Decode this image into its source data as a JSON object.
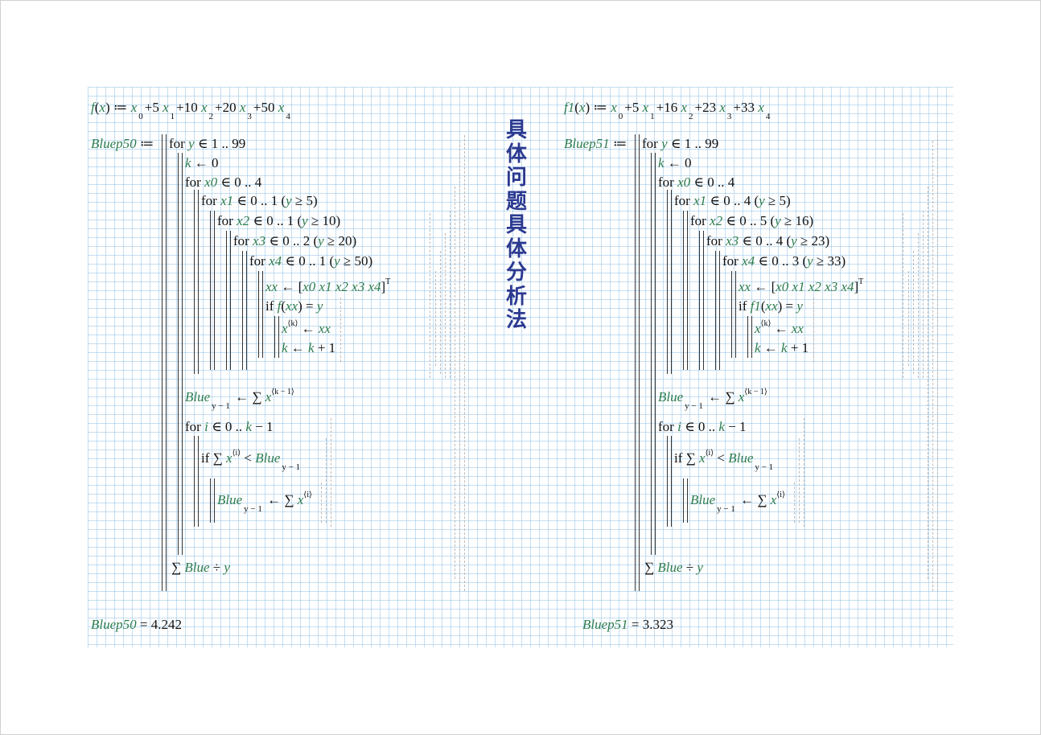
{
  "heading": "具体问题具体分析法",
  "colors": {
    "variable": "#2e7d4f",
    "text": "#111111",
    "heading": "#2b3990",
    "grid": "#96c3e6"
  },
  "panels": [
    {
      "lines": [
        [
          [
            "f",
            "v"
          ],
          [
            "(",
            "k"
          ],
          [
            "x",
            "v"
          ],
          [
            ")",
            "k"
          ],
          [
            " ≔ ",
            "k"
          ],
          [
            "x",
            "v"
          ],
          [
            "0",
            "sub"
          ],
          [
            "+5 ",
            "k"
          ],
          [
            "x",
            "v"
          ],
          [
            "1",
            "sub"
          ],
          [
            "+10 ",
            "k"
          ],
          [
            "x",
            "v"
          ],
          [
            "2",
            "sub"
          ],
          [
            "+20 ",
            "k"
          ],
          [
            "x",
            "v"
          ],
          [
            "3",
            "sub"
          ],
          [
            "+50 ",
            "k"
          ],
          [
            "x",
            "v"
          ],
          [
            "4",
            "sub"
          ]
        ],
        [
          [
            "Bluep50",
            "v"
          ],
          [
            " ≔",
            "k"
          ]
        ],
        [
          [
            "for ",
            "k"
          ],
          [
            "y",
            "v"
          ],
          [
            " ∈ 1 .. 99",
            "k"
          ]
        ],
        [
          [
            "k",
            "v"
          ],
          [
            " ← 0",
            "k"
          ]
        ],
        [
          [
            "for ",
            "k"
          ],
          [
            "x0",
            "v"
          ],
          [
            " ∈ 0 .. 4",
            "k"
          ]
        ],
        [
          [
            "for ",
            "k"
          ],
          [
            "x1",
            "v"
          ],
          [
            " ∈ 0 .. 1 (",
            "k"
          ],
          [
            "y",
            "v"
          ],
          [
            " ≥ 5)",
            "k"
          ]
        ],
        [
          [
            "for ",
            "k"
          ],
          [
            "x2",
            "v"
          ],
          [
            " ∈ 0 .. 1 (",
            "k"
          ],
          [
            "y",
            "v"
          ],
          [
            " ≥ 10)",
            "k"
          ]
        ],
        [
          [
            "for ",
            "k"
          ],
          [
            "x3",
            "v"
          ],
          [
            " ∈ 0 .. 2 (",
            "k"
          ],
          [
            "y",
            "v"
          ],
          [
            " ≥ 20)",
            "k"
          ]
        ],
        [
          [
            "for ",
            "k"
          ],
          [
            "x4",
            "v"
          ],
          [
            " ∈ 0 .. 1 (",
            "k"
          ],
          [
            "y",
            "v"
          ],
          [
            " ≥ 50)",
            "k"
          ]
        ],
        [
          [
            "xx",
            "v"
          ],
          [
            " ← [",
            "k"
          ],
          [
            "x0  x1  x2  x3  x4",
            "v"
          ],
          [
            "]",
            "k"
          ],
          [
            "T",
            "sup"
          ]
        ],
        [
          [
            "if ",
            "k"
          ],
          [
            "f",
            "v"
          ],
          [
            "(",
            "k"
          ],
          [
            "xx",
            "v"
          ],
          [
            ") = ",
            "k"
          ],
          [
            "y",
            "v"
          ]
        ],
        [
          [
            "x",
            "v"
          ],
          [
            "⟨k⟩",
            "sup"
          ],
          [
            " ← ",
            "k"
          ],
          [
            "xx",
            "v"
          ]
        ],
        [
          [
            "k",
            "v"
          ],
          [
            " ← ",
            "k"
          ],
          [
            "k",
            "v"
          ],
          [
            " + 1",
            "k"
          ]
        ],
        [
          [
            "Blue",
            "v"
          ],
          [
            "y − 1",
            "sub"
          ],
          [
            " ← ∑ ",
            "k"
          ],
          [
            "x",
            "v"
          ],
          [
            "⟨k − 1⟩",
            "sup"
          ]
        ],
        [
          [
            "for ",
            "k"
          ],
          [
            "i",
            "v"
          ],
          [
            " ∈ 0 .. ",
            "k"
          ],
          [
            "k",
            "v"
          ],
          [
            " − 1",
            "k"
          ]
        ],
        [
          [
            "if  ∑ ",
            "k"
          ],
          [
            "x",
            "v"
          ],
          [
            "⟨i⟩",
            "sup"
          ],
          [
            " < ",
            "k"
          ],
          [
            "Blue",
            "v"
          ],
          [
            "y − 1",
            "sub"
          ]
        ],
        [
          [
            "Blue",
            "v"
          ],
          [
            "y − 1",
            "sub"
          ],
          [
            " ← ∑ ",
            "k"
          ],
          [
            "x",
            "v"
          ],
          [
            "⟨i⟩",
            "sup"
          ]
        ],
        [
          [
            "∑ ",
            "k"
          ],
          [
            "Blue",
            "v"
          ],
          [
            " ÷ ",
            "k"
          ],
          [
            "y",
            "v"
          ]
        ],
        [
          [
            "Bluep50",
            "v"
          ],
          [
            " = 4.242",
            "k"
          ]
        ]
      ]
    },
    {
      "lines": [
        [
          [
            "f1",
            "v"
          ],
          [
            "(",
            "k"
          ],
          [
            "x",
            "v"
          ],
          [
            ")",
            "k"
          ],
          [
            " ≔ ",
            "k"
          ],
          [
            "x",
            "v"
          ],
          [
            "0",
            "sub"
          ],
          [
            "+5 ",
            "k"
          ],
          [
            "x",
            "v"
          ],
          [
            "1",
            "sub"
          ],
          [
            "+16 ",
            "k"
          ],
          [
            "x",
            "v"
          ],
          [
            "2",
            "sub"
          ],
          [
            "+23 ",
            "k"
          ],
          [
            "x",
            "v"
          ],
          [
            "3",
            "sub"
          ],
          [
            "+33 ",
            "k"
          ],
          [
            "x",
            "v"
          ],
          [
            "4",
            "sub"
          ]
        ],
        [
          [
            "Bluep51",
            "v"
          ],
          [
            " ≔",
            "k"
          ]
        ],
        [
          [
            "for ",
            "k"
          ],
          [
            "y",
            "v"
          ],
          [
            " ∈ 1 .. 99",
            "k"
          ]
        ],
        [
          [
            "k",
            "v"
          ],
          [
            " ← 0",
            "k"
          ]
        ],
        [
          [
            "for ",
            "k"
          ],
          [
            "x0",
            "v"
          ],
          [
            " ∈ 0 .. 4",
            "k"
          ]
        ],
        [
          [
            "for ",
            "k"
          ],
          [
            "x1",
            "v"
          ],
          [
            " ∈ 0 .. 4 (",
            "k"
          ],
          [
            "y",
            "v"
          ],
          [
            " ≥ 5)",
            "k"
          ]
        ],
        [
          [
            "for ",
            "k"
          ],
          [
            "x2",
            "v"
          ],
          [
            " ∈ 0 .. 5 (",
            "k"
          ],
          [
            "y",
            "v"
          ],
          [
            " ≥ 16)",
            "k"
          ]
        ],
        [
          [
            "for ",
            "k"
          ],
          [
            "x3",
            "v"
          ],
          [
            " ∈ 0 .. 4 (",
            "k"
          ],
          [
            "y",
            "v"
          ],
          [
            " ≥ 23)",
            "k"
          ]
        ],
        [
          [
            "for ",
            "k"
          ],
          [
            "x4",
            "v"
          ],
          [
            " ∈ 0 .. 3 (",
            "k"
          ],
          [
            "y",
            "v"
          ],
          [
            " ≥ 33)",
            "k"
          ]
        ],
        [
          [
            "xx",
            "v"
          ],
          [
            " ← [",
            "k"
          ],
          [
            "x0  x1  x2  x3  x4",
            "v"
          ],
          [
            "]",
            "k"
          ],
          [
            "T",
            "sup"
          ]
        ],
        [
          [
            "if ",
            "k"
          ],
          [
            "f1",
            "v"
          ],
          [
            "(",
            "k"
          ],
          [
            "xx",
            "v"
          ],
          [
            ") = ",
            "k"
          ],
          [
            "y",
            "v"
          ]
        ],
        [
          [
            "x",
            "v"
          ],
          [
            "⟨k⟩",
            "sup"
          ],
          [
            " ← ",
            "k"
          ],
          [
            "xx",
            "v"
          ]
        ],
        [
          [
            "k",
            "v"
          ],
          [
            " ← ",
            "k"
          ],
          [
            "k",
            "v"
          ],
          [
            " + 1",
            "k"
          ]
        ],
        [
          [
            "Blue",
            "v"
          ],
          [
            "y − 1",
            "sub"
          ],
          [
            " ← ∑ ",
            "k"
          ],
          [
            "x",
            "v"
          ],
          [
            "⟨k − 1⟩",
            "sup"
          ]
        ],
        [
          [
            "for ",
            "k"
          ],
          [
            "i",
            "v"
          ],
          [
            " ∈ 0 .. ",
            "k"
          ],
          [
            "k",
            "v"
          ],
          [
            " − 1",
            "k"
          ]
        ],
        [
          [
            "if  ∑ ",
            "k"
          ],
          [
            "x",
            "v"
          ],
          [
            "⟨i⟩",
            "sup"
          ],
          [
            " < ",
            "k"
          ],
          [
            "Blue",
            "v"
          ],
          [
            "y − 1",
            "sub"
          ]
        ],
        [
          [
            "Blue",
            "v"
          ],
          [
            "y − 1",
            "sub"
          ],
          [
            " ← ∑ ",
            "k"
          ],
          [
            "x",
            "v"
          ],
          [
            "⟨i⟩",
            "sup"
          ]
        ],
        [
          [
            "∑ ",
            "k"
          ],
          [
            "Blue",
            "v"
          ],
          [
            " ÷ ",
            "k"
          ],
          [
            "y",
            "v"
          ]
        ],
        [
          [
            "Bluep51",
            "v"
          ],
          [
            " = 3.323",
            "k"
          ]
        ]
      ]
    }
  ]
}
